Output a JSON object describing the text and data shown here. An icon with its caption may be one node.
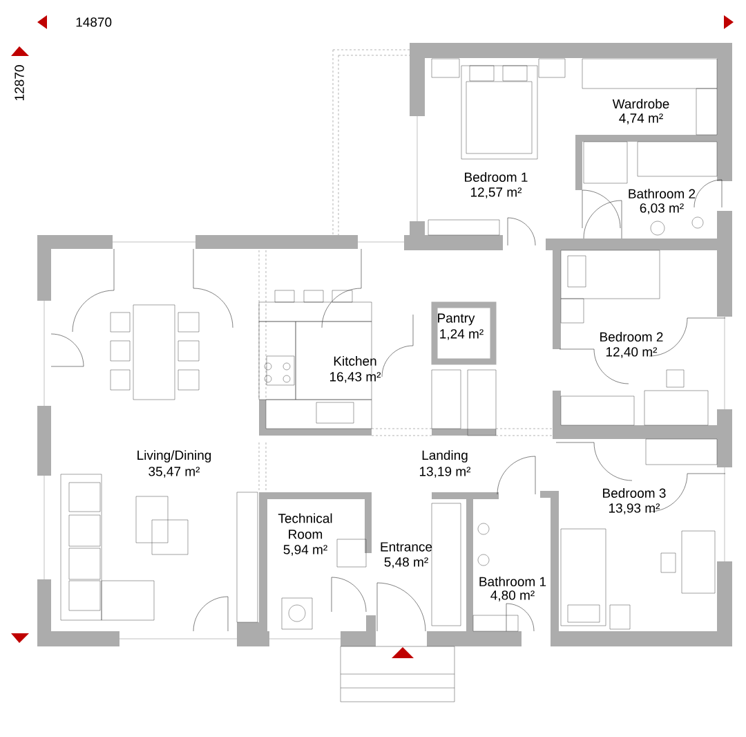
{
  "diagram": {
    "labels": [
      "14870",
      "12870",
      "Wardrobe",
      "4,74 m²",
      "Bedroom 1",
      "12,57 m²",
      "Bathroom 2",
      "6,03 m²",
      "Pantry",
      "1,24 m²",
      "Bedroom 2",
      "12,40 m²",
      "Kitchen",
      "16,43 m²",
      "Living/Dining",
      "35,47 m²",
      "Landing",
      "13,19 m²",
      "Bedroom 3",
      "13,93 m²",
      "Technical Room",
      "5,94 m²",
      "Entrance",
      "5,48 m²",
      "Bathroom 1",
      "4,80 m²"
    ]
  }
}
